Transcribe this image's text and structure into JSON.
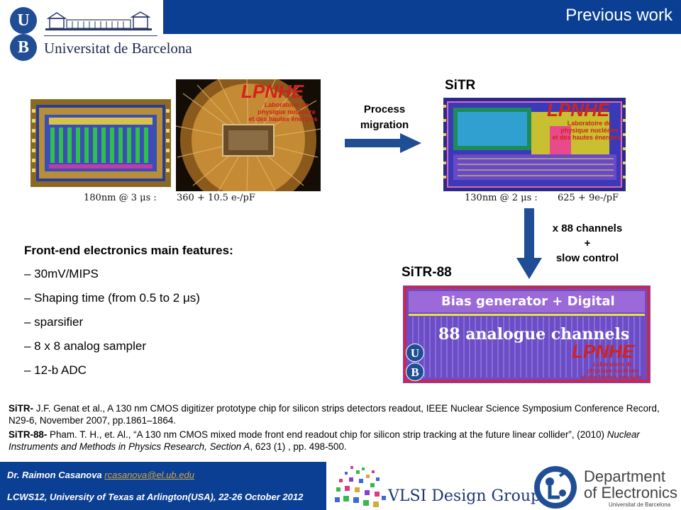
{
  "header": {
    "title": "Previous work",
    "university_name": "Universitat de Barcelona",
    "shield_letters": [
      "U",
      "B"
    ]
  },
  "images": {
    "chip_180": {
      "lpnhe_word": "LPNHE",
      "lpnhe_lines": [
        "Laboratoire de",
        "physique nucléaire",
        "et des hautes énergies"
      ],
      "caption_left": "180nm @ 3 μs :",
      "caption_right": "360 + 10.5 e-/pF"
    },
    "sitr": {
      "label": "SiTR",
      "lpnhe_word": "LPNHE",
      "lpnhe_lines": [
        "Laboratoire de",
        "physique nucléaire",
        "et des hautes énergies"
      ],
      "caption_left": "130nm @ 2 μs :",
      "caption_right": "625 + 9e-/pF"
    },
    "sitr88": {
      "label": "SiTR-88",
      "bias_text": "Bias generator  + Digital",
      "analogue_text": "88 analogue channels",
      "lpnhe_word": "LPNHE",
      "lpnhe_lines": [
        "Laboratoire de",
        "physique nucléaire",
        "et des hautes énergies"
      ],
      "shield_letters": [
        "U",
        "B"
      ]
    }
  },
  "arrows": {
    "process_lines": [
      "Process",
      "migration"
    ],
    "channels_lines": [
      "x 88 channels",
      "+",
      "slow control"
    ]
  },
  "features": {
    "heading": "Front-end electronics main features:",
    "items": [
      "– 30mV/MIPS",
      "– Shaping time (from 0.5 to 2 μs)",
      "– sparsifier",
      "– 8 x 8 analog sampler",
      "– 12-b ADC"
    ]
  },
  "references": [
    {
      "label": "SiTR-",
      "text": " J.F. Genat et al., A 130 nm CMOS digitizer prototype chip for silicon strips detectors readout, IEEE Nuclear Science Symposium Conference Record, N29-6, November 2007, pp.1861–1864."
    },
    {
      "label": "SiTR-88-",
      "text_before": " Pham. T. H., et. Al., “A 130 nm CMOS mixed mode front end readout chip for silicon strip tracking at the future linear collider”, (2010) ",
      "journal": "Nuclear Instruments and Methods in Physics Research, Section A",
      "text_after": ", 623 (1) , pp. 498-500."
    }
  ],
  "footer": {
    "author": "Dr. Raimon Casanova",
    "email": "rcasanova@el.ub.edu",
    "conference": "LCWS12, University of Texas at Arlington(USA), 22-26 October 2012",
    "vlsi": "VLSI Design Group",
    "dept_line1": "Department",
    "dept_line2": "of Electronics",
    "dept_line3": "Universitat de Barcelona"
  },
  "colors": {
    "header_blue": "#0a3f93",
    "arrow_blue": "#1f4e95",
    "lpnhe_red": "#d3221b",
    "email_gold": "#d2a64a"
  }
}
